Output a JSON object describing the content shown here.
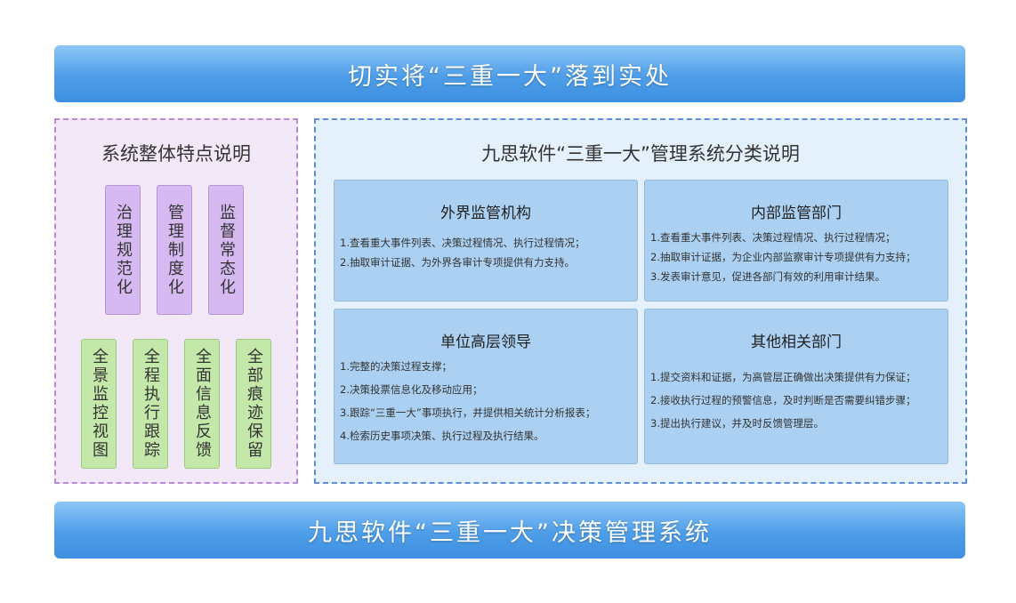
{
  "top_banner": "切实将“三重一大”落到实处",
  "bottom_banner": "九思软件“三重一大”决策管理系统",
  "left_panel": {
    "title": "系统整体特点说明",
    "purple": [
      "治理规范化",
      "管理制度化",
      "监督常态化"
    ],
    "green": [
      "全景监控视图",
      "全程执行跟踪",
      "全面信息反馈",
      "全部痕迹保留"
    ]
  },
  "right_panel": {
    "title": "九思软件“三重一大”管理系统分类说明",
    "cards": [
      {
        "title": "外界监管机构",
        "items": [
          "1.查看重大事件列表、决策过程情况、执行过程情况；",
          "2.抽取审计证据、为外界各审计专项提供有力支持。"
        ]
      },
      {
        "title": "内部监管部门",
        "items": [
          "1.查看重大事件列表、决策过程情况、执行过程情况；",
          "2.抽取审计证据，为企业内部监察审计专项提供有力支持；",
          "3.发表审计意见，促进各部门有效的利用审计结果。"
        ]
      },
      {
        "title": "单位高层领导",
        "items": [
          "1.完整的决策过程支撑；",
          "2.决策投票信息化及移动应用；",
          "3.跟踪“三重一大”事项执行，并提供相关统计分析报表；",
          "4.检索历史事项决策、执行过程及执行结果。"
        ]
      },
      {
        "title": "其他相关部门",
        "items": [
          "1.提交资料和证据，为高管层正确做出决策提供有力保证；",
          "2.接收执行过程的预警信息，及时判断是否需要纠错步骤；",
          "3.提出执行建议，并及时反馈管理层。"
        ]
      }
    ]
  }
}
